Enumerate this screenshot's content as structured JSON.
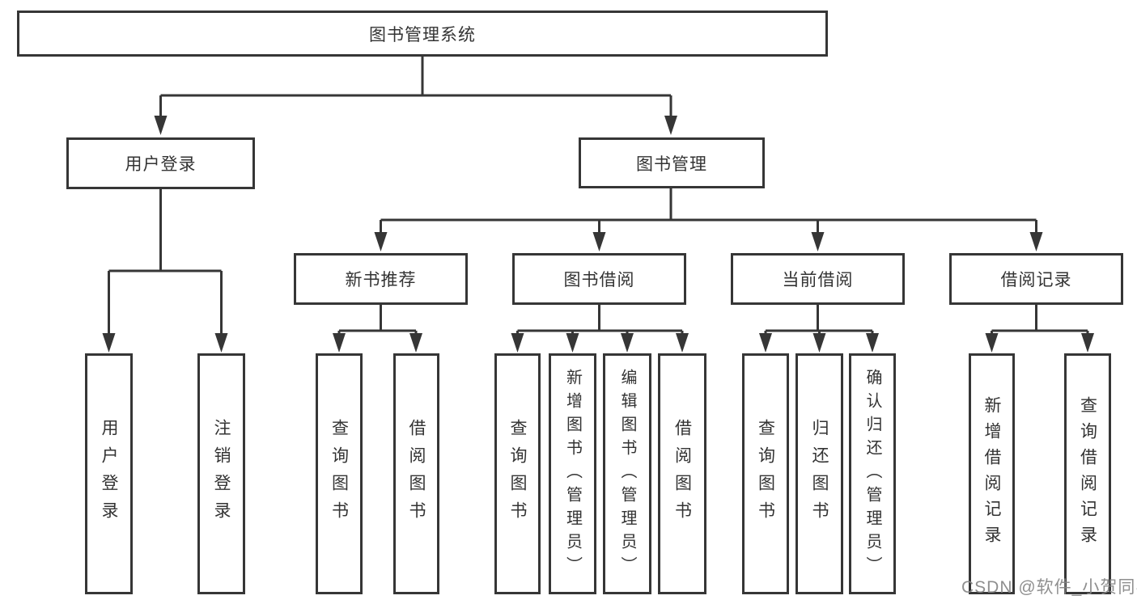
{
  "colors": {
    "line": "#363636",
    "node_border": "#363636",
    "node_text": "#333333",
    "background": "#ffffff",
    "watermark_text_color": "#868686"
  },
  "nodes": {
    "root": "图书管理系统",
    "user_login": "用户登录",
    "book_mgmt": "图书管理",
    "new_book_rec": "新书推荐",
    "book_borrow": "图书借阅",
    "current_borrow": "当前借阅",
    "borrow_records": "借阅记录"
  },
  "leaves": [
    {
      "parent": "用户登录",
      "label": "用户登录"
    },
    {
      "parent": "用户登录",
      "label": "注销登录"
    },
    {
      "parent": "新书推荐",
      "label": "查询图书"
    },
    {
      "parent": "新书推荐",
      "label": "借阅图书"
    },
    {
      "parent": "图书借阅",
      "label": "查询图书"
    },
    {
      "parent": "图书借阅",
      "label": "新增图书（管理员）"
    },
    {
      "parent": "图书借阅",
      "label": "编辑图书（管理员）"
    },
    {
      "parent": "图书借阅",
      "label": "借阅图书"
    },
    {
      "parent": "当前借阅",
      "label": "查询图书"
    },
    {
      "parent": "当前借阅",
      "label": "归还图书"
    },
    {
      "parent": "当前借阅",
      "label": "确认归还（管理员）"
    },
    {
      "parent": "借阅记录",
      "label": "新增借阅记录"
    },
    {
      "parent": "借阅记录",
      "label": "查询借阅记录"
    }
  ],
  "watermark": {
    "text": "CSDN @软件_小贺同学"
  }
}
